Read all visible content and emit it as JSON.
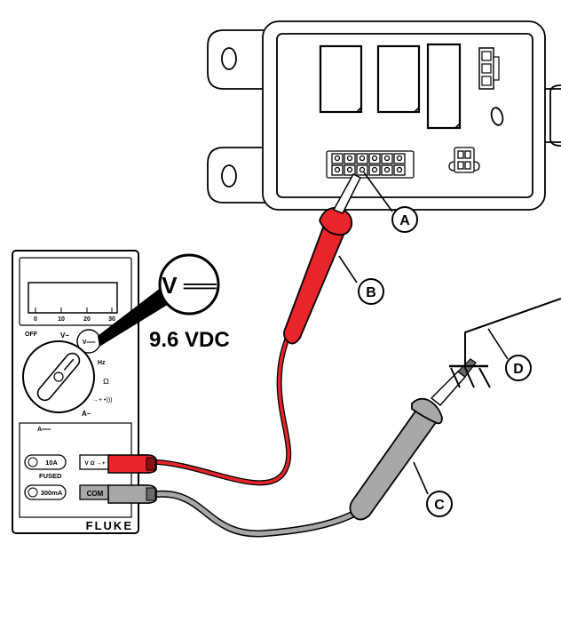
{
  "callouts": {
    "a": "A",
    "b": "B",
    "c": "C",
    "d": "D"
  },
  "meter": {
    "brand": "FLUKE",
    "scale": [
      "0",
      "10",
      "20",
      "30"
    ],
    "dial": {
      "off": "OFF",
      "v_ac": "V~",
      "v_dc": "V══",
      "hz": "Hz",
      "ohm": "Ω",
      "diode": "→+ •)))",
      "a_ac": "A~",
      "a_dc": "A══"
    },
    "jacks": {
      "amp10": "10A",
      "fused": "FUSED",
      "ma300": "300mA",
      "v_ohm_diode": "V Ω →+",
      "com": "COM"
    }
  },
  "zoom": {
    "symbol": "V ══"
  },
  "reading": "9.6 VDC",
  "colors": {
    "red_lead": "#e8252b",
    "dark_red": "#8a1013",
    "gray_lead": "#a8a8a8",
    "dark_gray": "#6a6a6a",
    "outline": "#000000"
  }
}
